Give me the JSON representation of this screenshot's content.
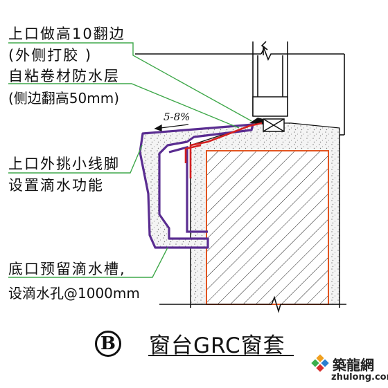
{
  "labels": {
    "top_edge_line1": "上口做高10翻边",
    "top_edge_line2": "(外侧打胶 )",
    "membrane_line1": "自粘卷材防水层",
    "membrane_line2": "(侧边翻高50mm)",
    "drip_line1": "上口外挑小线脚",
    "drip_line2": "设置滴水功能",
    "groove_line1": "底口预留滴水槽,",
    "groove_line2": "设滴水孔@1000mm"
  },
  "slope": "5-8%",
  "detail": {
    "marker": "B",
    "title": "窗台GRC窗套"
  },
  "watermark": {
    "brand": "築龍網",
    "url": "zhulong.com"
  },
  "colors": {
    "line": "#111111",
    "leader": "#3fa84a",
    "grc_outline": "#5a2d91",
    "membrane": "#d42020",
    "infill_border": "#e2541f",
    "concrete": "#f2f2f2"
  }
}
